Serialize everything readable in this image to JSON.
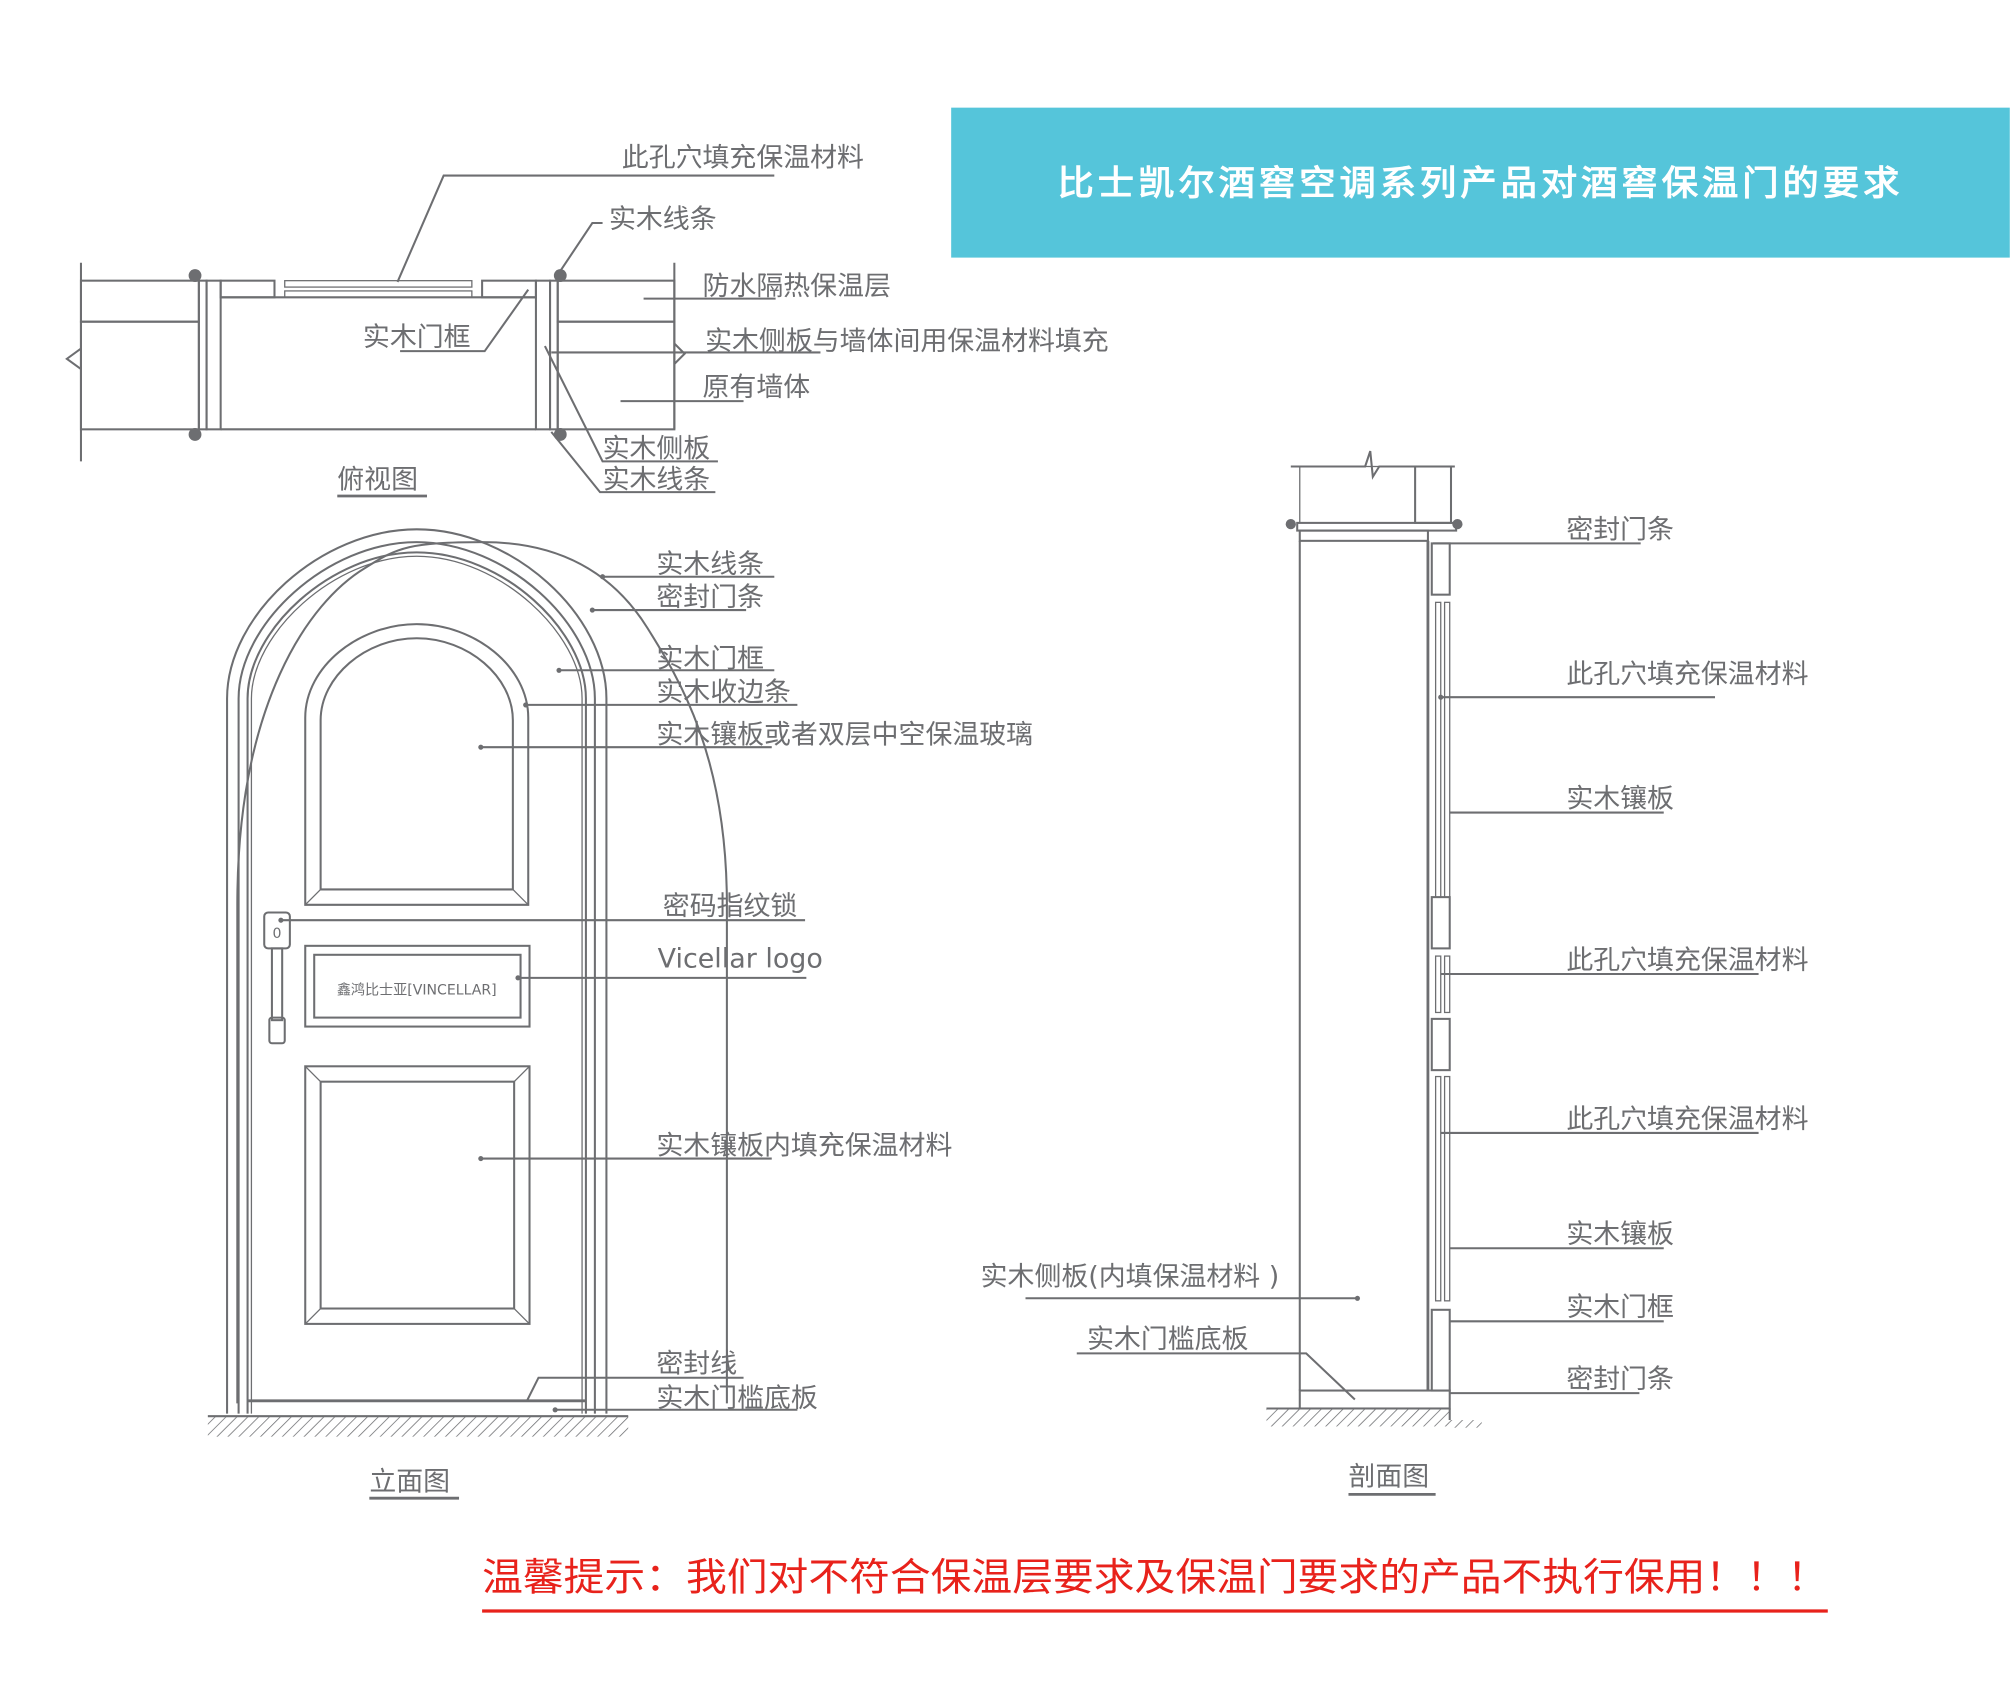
{
  "banner": {
    "title": "比士凯尔酒窖空调系列产品对酒窖保温门的要求",
    "background_color": "#55c5da",
    "text_color": "#ffffff"
  },
  "top_view": {
    "title": "俯视图",
    "labels": {
      "cavity_fill": "此孔穴填充保温材料",
      "wood_molding_top": "实木线条",
      "insulation_layer": "防水隔热保温层",
      "door_frame": "实木门框",
      "side_panel_fill": "实木侧板与墙体间用保温材料填充",
      "original_wall": "原有墙体",
      "side_panel": "实木侧板",
      "wood_molding_bottom": "实木线条"
    }
  },
  "elevation_view": {
    "title": "立面图",
    "labels": {
      "wood_molding": "实木线条",
      "seal_strip": "密封门条",
      "door_frame": "实木门框",
      "edge_strip": "实木收边条",
      "upper_panel": "实木镶板或者双层中空保温玻璃",
      "lock": "密码指纹锁",
      "logo": "Vicellar logo",
      "lower_panel": "实木镶板内填充保温材料",
      "seal_line": "密封线",
      "threshold": "实木门槛底板"
    },
    "logo_plate_text": "鑫鸿比士亚[VINCELLAR]",
    "lock_digit": "0"
  },
  "section_view": {
    "title": "剖面图",
    "labels": {
      "seal_strip_top": "密封门条",
      "cavity_fill_1": "此孔穴填充保温材料",
      "panel_1": "实木镶板",
      "cavity_fill_2": "此孔穴填充保温材料",
      "cavity_fill_3": "此孔穴填充保温材料",
      "panel_2": "实木镶板",
      "door_frame": "实木门框",
      "seal_strip_bottom": "密封门条",
      "side_panel": "实木侧板(内填保温材料 )",
      "threshold": "实木门槛底板"
    }
  },
  "warning": {
    "text": "温馨提示：我们对不符合保温层要求及保温门要求的产品不执行保用！！！",
    "color": "#e8221b"
  },
  "colors": {
    "line": "#6d6e71"
  }
}
